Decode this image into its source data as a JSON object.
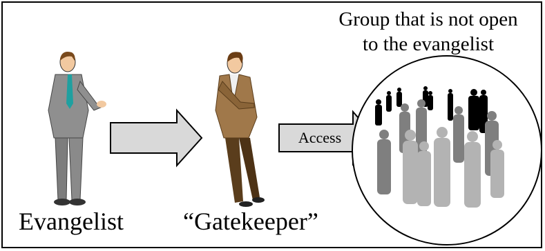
{
  "diagram": {
    "nodes": {
      "evangelist": {
        "label": "Evangelist"
      },
      "gatekeeper": {
        "label": "“Gatekeeper”"
      },
      "group": {
        "title_line1": "Group that is not open",
        "title_line2": "to the evangelist"
      }
    },
    "edges": [
      {
        "from": "evangelist",
        "to": "gatekeeper",
        "label": ""
      },
      {
        "from": "gatekeeper",
        "to": "group",
        "label": "Access"
      }
    ]
  },
  "colors": {
    "arrow_fill": "#d9d9d9",
    "suit_grey": "#8f8f8f",
    "suit_brown": "#a0784a",
    "crowd_dark": "#000000",
    "crowd_mid": "#7f7f7f",
    "crowd_light": "#b3b3b3"
  }
}
